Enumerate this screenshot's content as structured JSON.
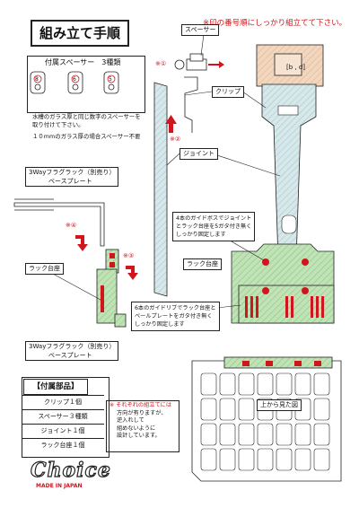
{
  "header": {
    "title": "組み立て手順",
    "caution": "※印の番号順にしっかり組立てて下さい。"
  },
  "spacer_panel": {
    "title": "付属スペーサー　3種類",
    "numbers": [
      "8",
      "6",
      "5"
    ],
    "note_line1": "水槽のガラス厚と同じ数字のスペーサーを",
    "note_line2": "取り付けて下さい。",
    "note_line3": "１０mmのガラス厚の場合スペーサー不要"
  },
  "steps": {
    "step1": "※①",
    "step2": "※②",
    "step3": "※③",
    "step4": "※④"
  },
  "labels": {
    "spacer": "スペーサー",
    "clip": "クリップ",
    "joint": "ジョイント",
    "rack_base_left": "ラック台座",
    "rack_base_right": "ラック台座",
    "flag_rack_top_line1": "3Wayフラグラック（別売り）",
    "flag_rack_top_line2": "ベースプレート",
    "flag_rack_bottom_line1": "3Wayフラグラック（別売り）",
    "flag_rack_bottom_line2": "ベースプレート",
    "top_view": "上から見た図",
    "clip_marks": "[b , d]"
  },
  "instructions": {
    "guide_boss_line1": "4本のガイドボスでジョイント",
    "guide_boss_line2": "とラック台座を5ガタ付き無く",
    "guide_boss_line3": "しっかり固定します",
    "guide_rib_line1": "6本のガイドリブでラック台座と",
    "guide_rib_line2": "ベールプレートをガタ付き無く",
    "guide_rib_line3": "しっかり固定します"
  },
  "parts": {
    "heading": "【付属部品】",
    "items": [
      "クリップ１個",
      "スペーサー３種類",
      "ジョイント１個",
      "ラック台座１個"
    ]
  },
  "warning": {
    "line1": "※ それぞれの組立てには",
    "line2": "方向が有りますが、",
    "line3": "逆入れして",
    "line4": "組めないように",
    "line5": "設計しています。"
  },
  "brand": {
    "logo": "Choice",
    "made_in": "MADE IN JAPAN"
  },
  "colors": {
    "accent_red": "#d0161c",
    "clip_fill": "#f2d6bd",
    "joint_fill": "#d6e8ea",
    "rack_fill": "#bfe3b5",
    "line": "#222222"
  }
}
